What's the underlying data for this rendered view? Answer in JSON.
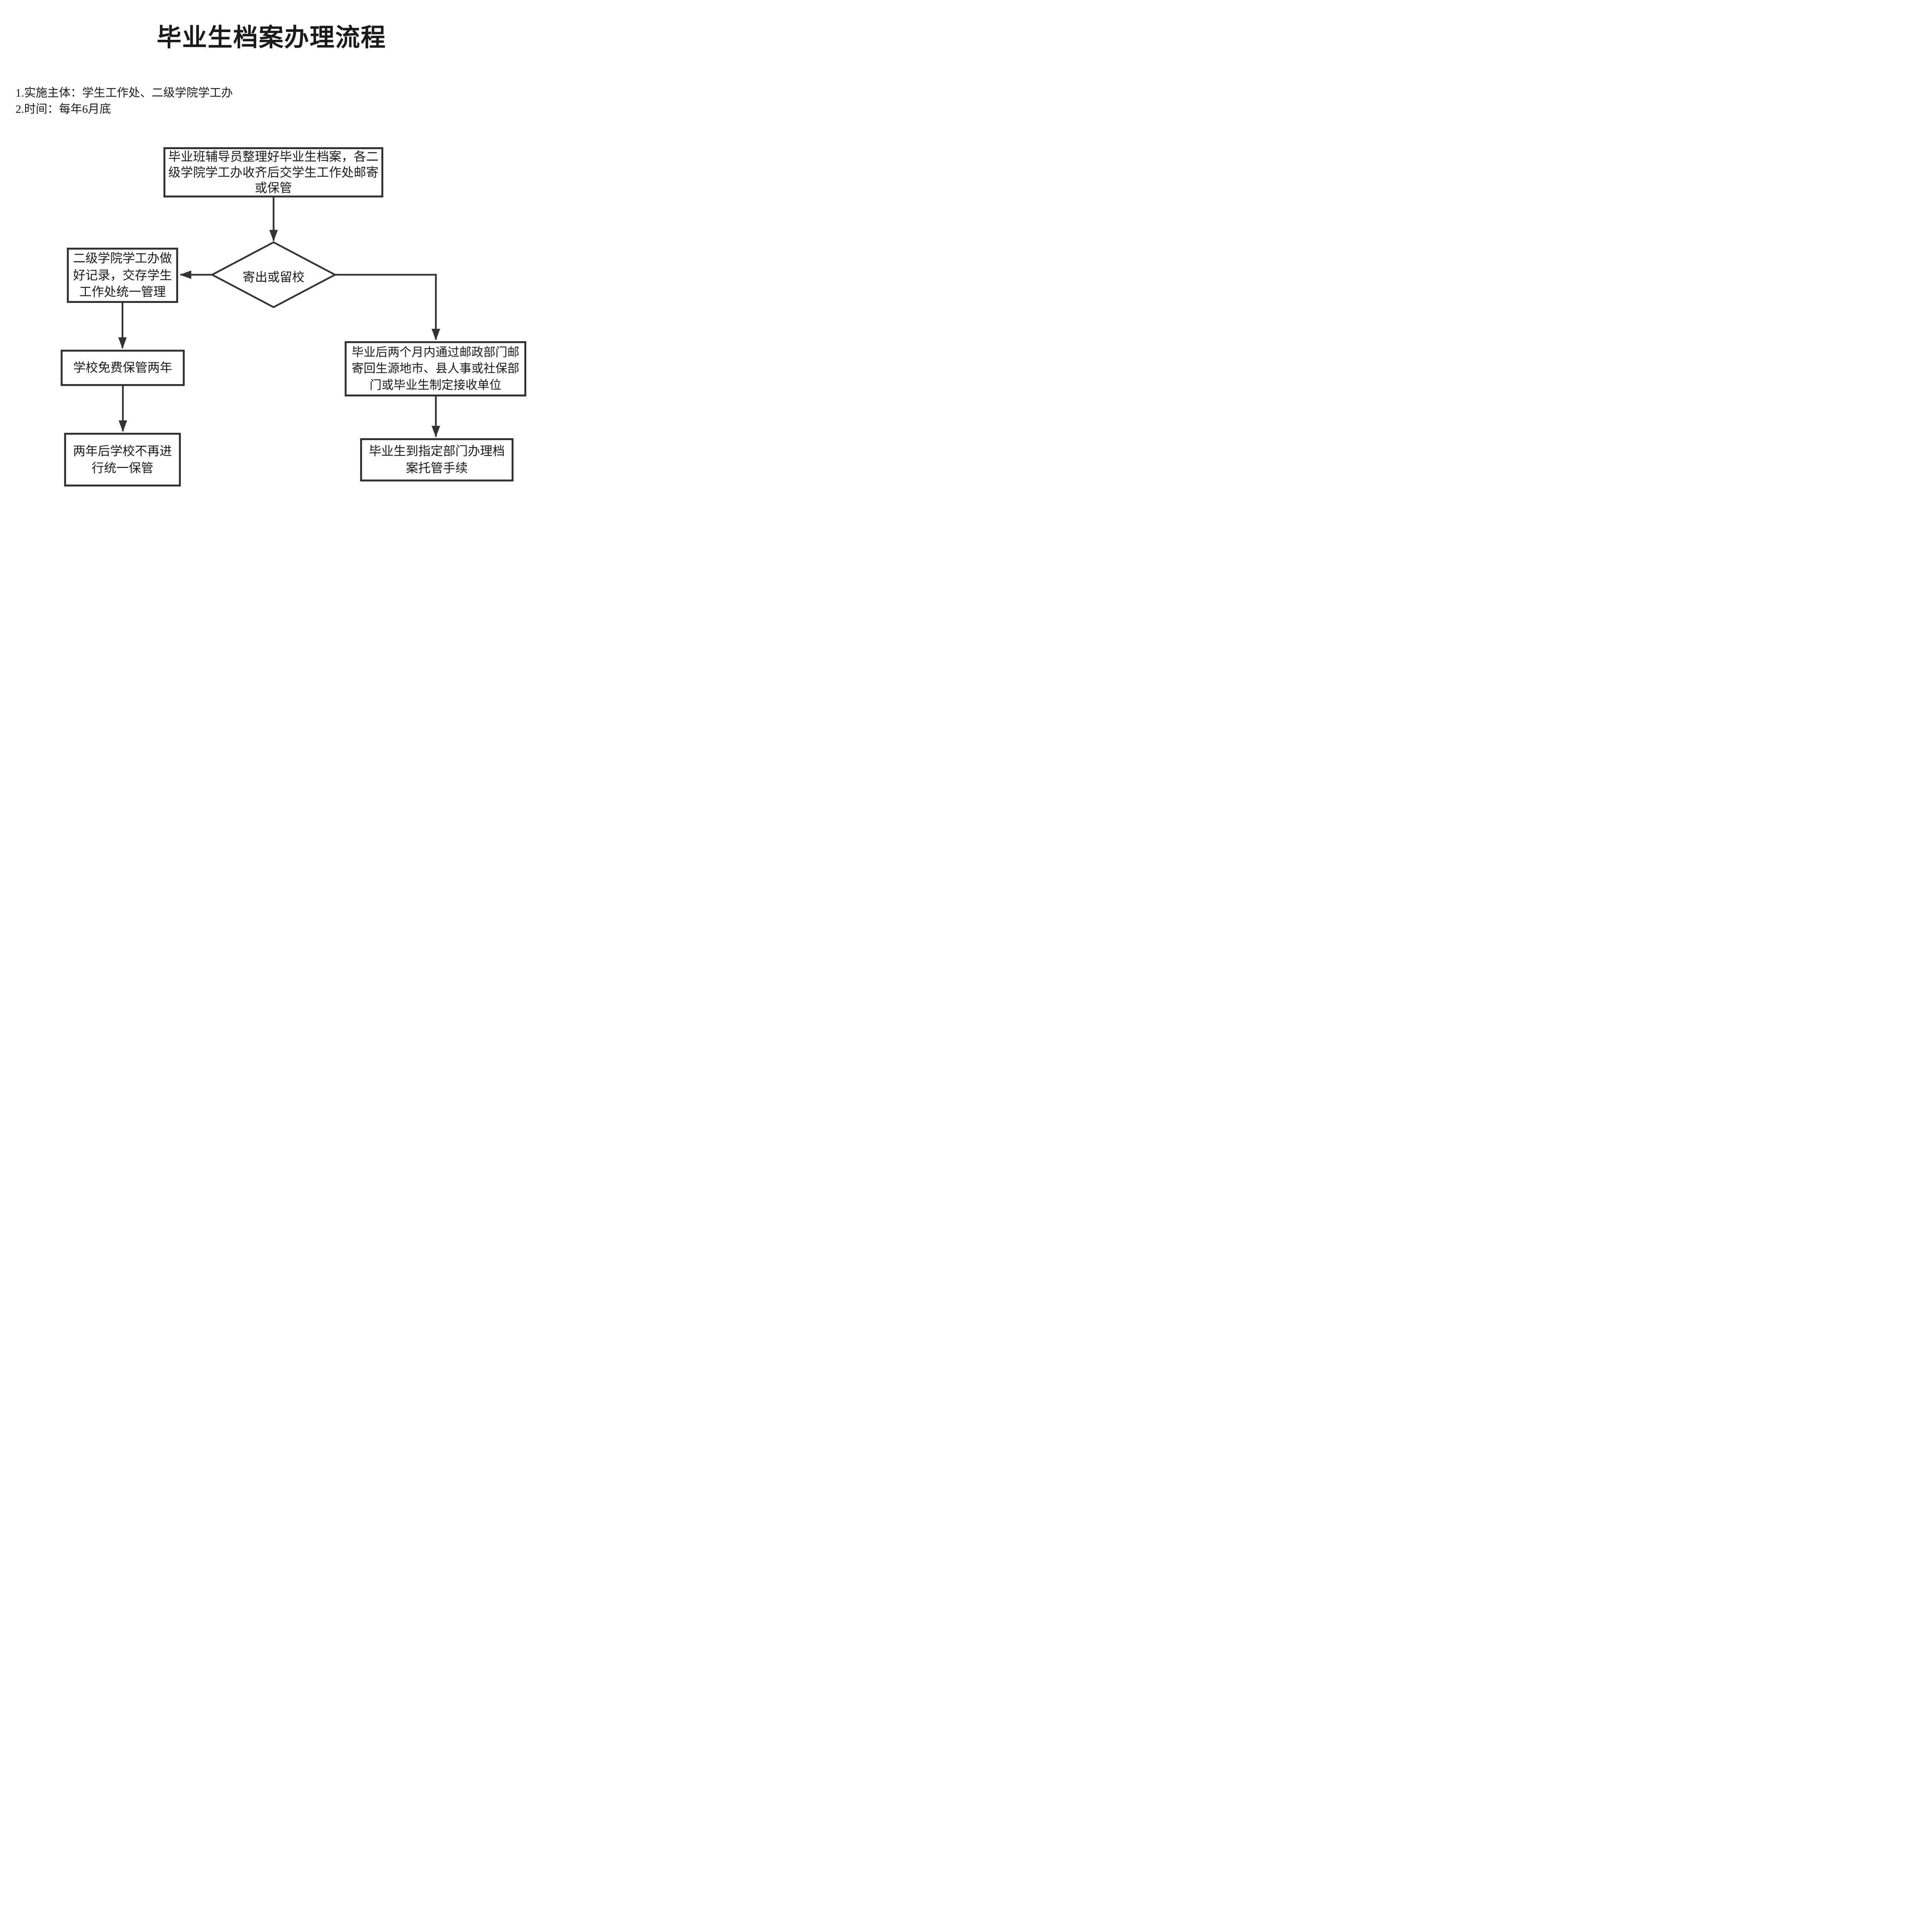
{
  "page": {
    "title": "毕业生档案办理流程",
    "colors": {
      "line": "#333333",
      "text": "#1a1a1a",
      "bg": "#ffffff"
    }
  },
  "notes": [
    "1.实施主体：学生工作处、二级学院学工办",
    "2.时间：每年6月底"
  ],
  "nodes": {
    "start": {
      "lines": [
        "毕业班辅导员整理好毕业生档案，各二",
        "级学院学工办收齐后交学生工作处邮寄",
        "或保管"
      ]
    },
    "decision": {
      "label": "寄出或留校"
    },
    "keep_left": {
      "lines": [
        "二级学院学工办做",
        "好记录，交存学生",
        "工作处统一管理"
      ]
    },
    "free_two_years": {
      "lines": [
        "学校免费保管两年"
      ]
    },
    "after_two_years": {
      "lines": [
        "两年后学校不再进",
        "行统一保管"
      ]
    },
    "mail_out": {
      "lines": [
        "毕业后两个月内通过邮政部门邮",
        "寄回生源地市、县人事或社保部",
        "门或毕业生制定接收单位"
      ]
    },
    "trusteeship": {
      "lines": [
        "毕业生到指定部门办理档",
        "案托管手续"
      ]
    }
  }
}
